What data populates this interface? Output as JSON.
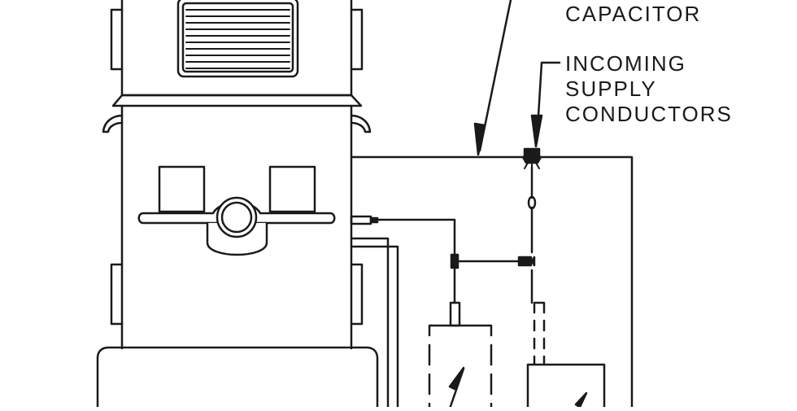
{
  "labels": {
    "capacitor": "CAPACITOR",
    "incoming_line1": "INCOMING",
    "incoming_line2": "SUPPLY",
    "incoming_line3": "CONDUCTORS"
  },
  "colors": {
    "line": "#1a1a1a",
    "background": "#ffffff"
  }
}
